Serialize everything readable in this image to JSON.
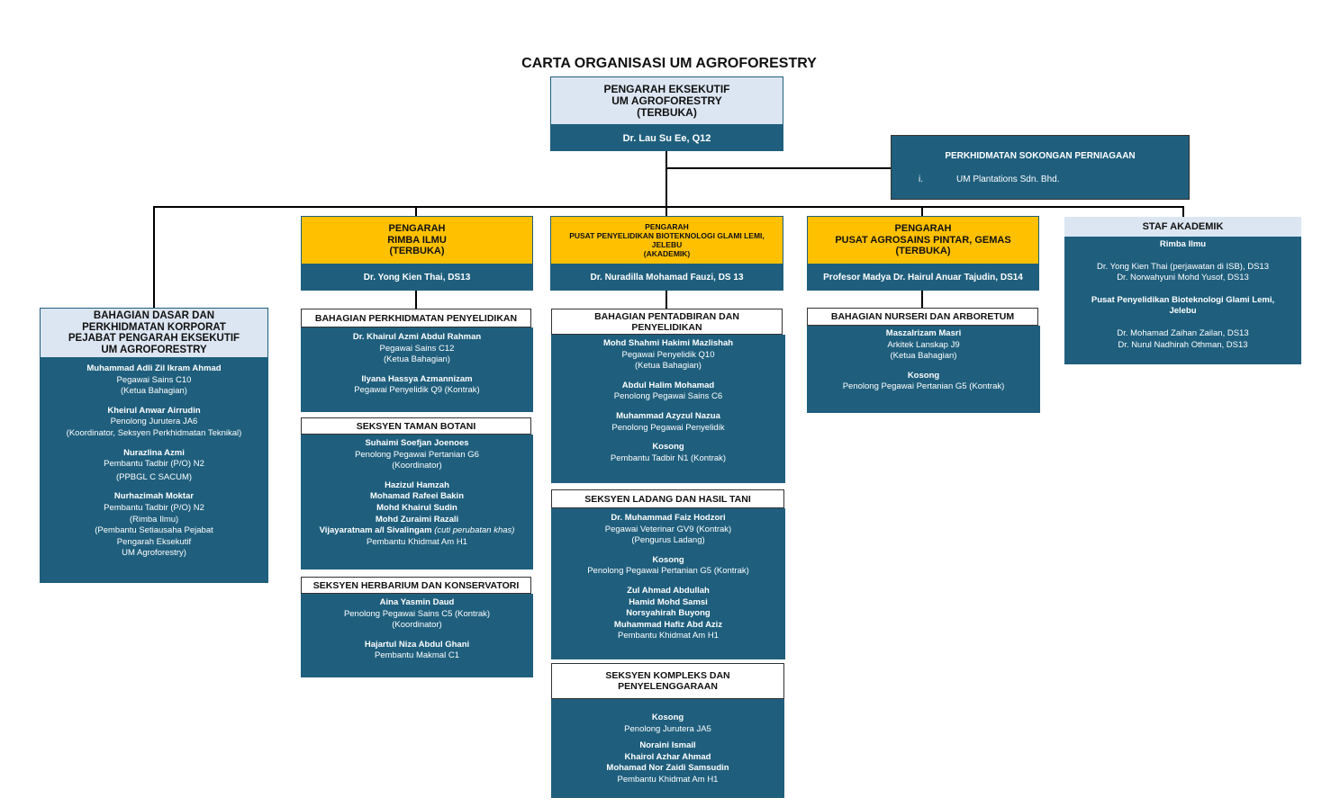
{
  "title": "CARTA ORGANISASI UM AGROFORESTRY",
  "top": {
    "line1": "PENGARAH EKSEKUTIF",
    "line2": "UM AGROFORESTRY",
    "line3": "(TERBUKA)",
    "name": "Dr. Lau Su Ee, Q12"
  },
  "business": {
    "title": "PERKHIDMATAN SOKONGAN PERNIAGAAN",
    "item_num": "i.",
    "item": "UM Plantations Sdn. Bhd."
  },
  "corporate": {
    "header": [
      "BAHAGIAN DASAR DAN",
      "PERKHIDMATAN KORPORAT",
      "PEJABAT PENGARAH EKSEKUTIF",
      "UM AGROFORESTRY"
    ],
    "p1": {
      "name": "Muhammad Adli Zil Ikram Ahmad",
      "l1": "Pegawai Sains C10",
      "l2": "(Ketua Bahagian)"
    },
    "p2": {
      "name": "Kheirul Anwar Airrudin",
      "l1": "Penolong Jurutera JA6",
      "l2": "(Koordinator, Seksyen Perkhidmatan Teknikal)"
    },
    "p3": {
      "name": "Nurazlina Azmi",
      "l1": "Pembantu Tadbir (P/O) N2",
      "l2": "(PPBGL C SACUM)"
    },
    "p4": {
      "name": "Nurhazimah Moktar",
      "l1": "Pembantu Tadbir (P/O) N2",
      "l2": "(Rimba Ilmu)",
      "l3": "(Pembantu Setiausaha Pejabat",
      "l4": "Pengarah Eksekutif",
      "l5": "UM Agroforestry)"
    }
  },
  "rimba": {
    "header": [
      "PENGARAH",
      "RIMBA ILMU",
      "(TERBUKA)"
    ],
    "name": "Dr. Yong Kien Thai, DS13",
    "research": {
      "title": "BAHAGIAN PERKHIDMATAN PENYELIDIKAN",
      "p1": {
        "name": "Dr. Khairul Azmi Abdul Rahman",
        "l1": "Pegawai Sains C12",
        "l2": "(Ketua Bahagian)"
      },
      "p2": {
        "name": "Ilyana Hassya Azmannizam",
        "l1": "Pegawai Penyelidik Q9 (Kontrak)"
      }
    },
    "botani": {
      "title": "SEKSYEN TAMAN BOTANI",
      "p1": {
        "name": "Suhaimi Soefjan Joenoes",
        "l1": "Penolong Pegawai Pertanian G6",
        "l2": "(Koordinator)"
      },
      "names": [
        "Hazizul Hamzah",
        "Mohamad Rafeei Bakin",
        "Mohd Khairul Sudin",
        "Mohd Zuraimi Razali"
      ],
      "vija": "Vijayaratnam a/l Sivalingam",
      "vija_note": "(cuti perubatan khas)",
      "role": "Pembantu Khidmat Am H1"
    },
    "herbarium": {
      "title": "SEKSYEN HERBARIUM DAN KONSERVATORI",
      "p1": {
        "name": "Aina Yasmin Daud",
        "l1": "Penolong Pegawai Sains C5 (Kontrak)",
        "l2": "(Koordinator)"
      },
      "p2": {
        "name": "Hajartul Niza Abdul Ghani",
        "l1": "Pembantu Makmal C1"
      }
    }
  },
  "glami": {
    "header": [
      "PENGARAH",
      "PUSAT PENYELIDIKAN BIOTEKNOLOGI GLAMI LEMI,",
      "JELEBU",
      "(AKADEMIK)"
    ],
    "name": "Dr. Nuradilla Mohamad Fauzi, DS 13",
    "admin": {
      "title": [
        "BAHAGIAN PENTADBIRAN DAN",
        "PENYELIDIKAN"
      ],
      "p1": {
        "name": "Mohd Shahmi Hakimi Mazlishah",
        "l1": "Pegawai Penyelidik Q10",
        "l2": "(Ketua Bahagian)"
      },
      "p2": {
        "name": "Abdul Halim Mohamad",
        "l1": "Penolong Pegawai Sains C6"
      },
      "p3": {
        "name": "Muhammad Azyzul Nazua",
        "l1": "Penolong Pegawai Penyelidik"
      },
      "p4": {
        "name": "Kosong",
        "l1": "Pembantu Tadbir N1 (Kontrak)"
      }
    },
    "ladang": {
      "title": "SEKSYEN LADANG DAN HASIL TANI",
      "p1": {
        "name": "Dr. Muhammad Faiz Hodzori",
        "l1": "Pegawai Veterinar GV9 (Kontrak)",
        "l2": "(Pengurus Ladang)"
      },
      "p2": {
        "name": "Kosong",
        "l1": "Penolong Pegawai Pertanian G5 (Kontrak)"
      },
      "names": [
        "Zul Ahmad Abdullah",
        "Hamid Mohd Samsi",
        "Norsyahirah Buyong",
        "Muhammad Hafiz Abd Aziz"
      ],
      "role": "Pembantu Khidmat Am H1"
    },
    "kompleks": {
      "title": [
        "SEKSYEN KOMPLEKS DAN",
        "PENYELENGGARAAN"
      ],
      "p1": {
        "name": "Kosong",
        "l1": "Penolong Jurutera  JA5"
      },
      "names": [
        "Noraini Ismail",
        "Khairol Azhar Ahmad",
        "Mohamad Nor Zaidi Samsudin"
      ],
      "role": "Pembantu Khidmat Am H1"
    }
  },
  "agrosains": {
    "header": [
      "PENGARAH",
      "PUSAT AGROSAINS PINTAR, GEMAS",
      "(TERBUKA)"
    ],
    "name": "Profesor Madya Dr. Hairul Anuar Tajudin, DS14",
    "nurseri": {
      "title": "BAHAGIAN NURSERI DAN ARBORETUM",
      "p1": {
        "name": "Maszalrizam  Masri",
        "l1": "Arkitek Lanskap J9",
        "l2": "(Ketua Bahagian)"
      },
      "p2": {
        "name": "Kosong",
        "l1": "Penolong Pegawai Pertanian G5 (Kontrak)"
      }
    }
  },
  "akademik": {
    "title": "STAF AKADEMIK",
    "g1": "Rimba Ilmu",
    "g1_names": [
      "Dr. Yong Kien Thai (perjawatan di ISB), DS13",
      "Dr. Norwahyuni Mohd Yusof, DS13"
    ],
    "g2": [
      "Pusat Penyelidikan Bioteknologi Glami Lemi,",
      "Jelebu"
    ],
    "g2_names": [
      "Dr. Mohamad Zaihan Zailan, DS13",
      "Dr. Nurul Nadhirah Othman, DS13"
    ]
  }
}
